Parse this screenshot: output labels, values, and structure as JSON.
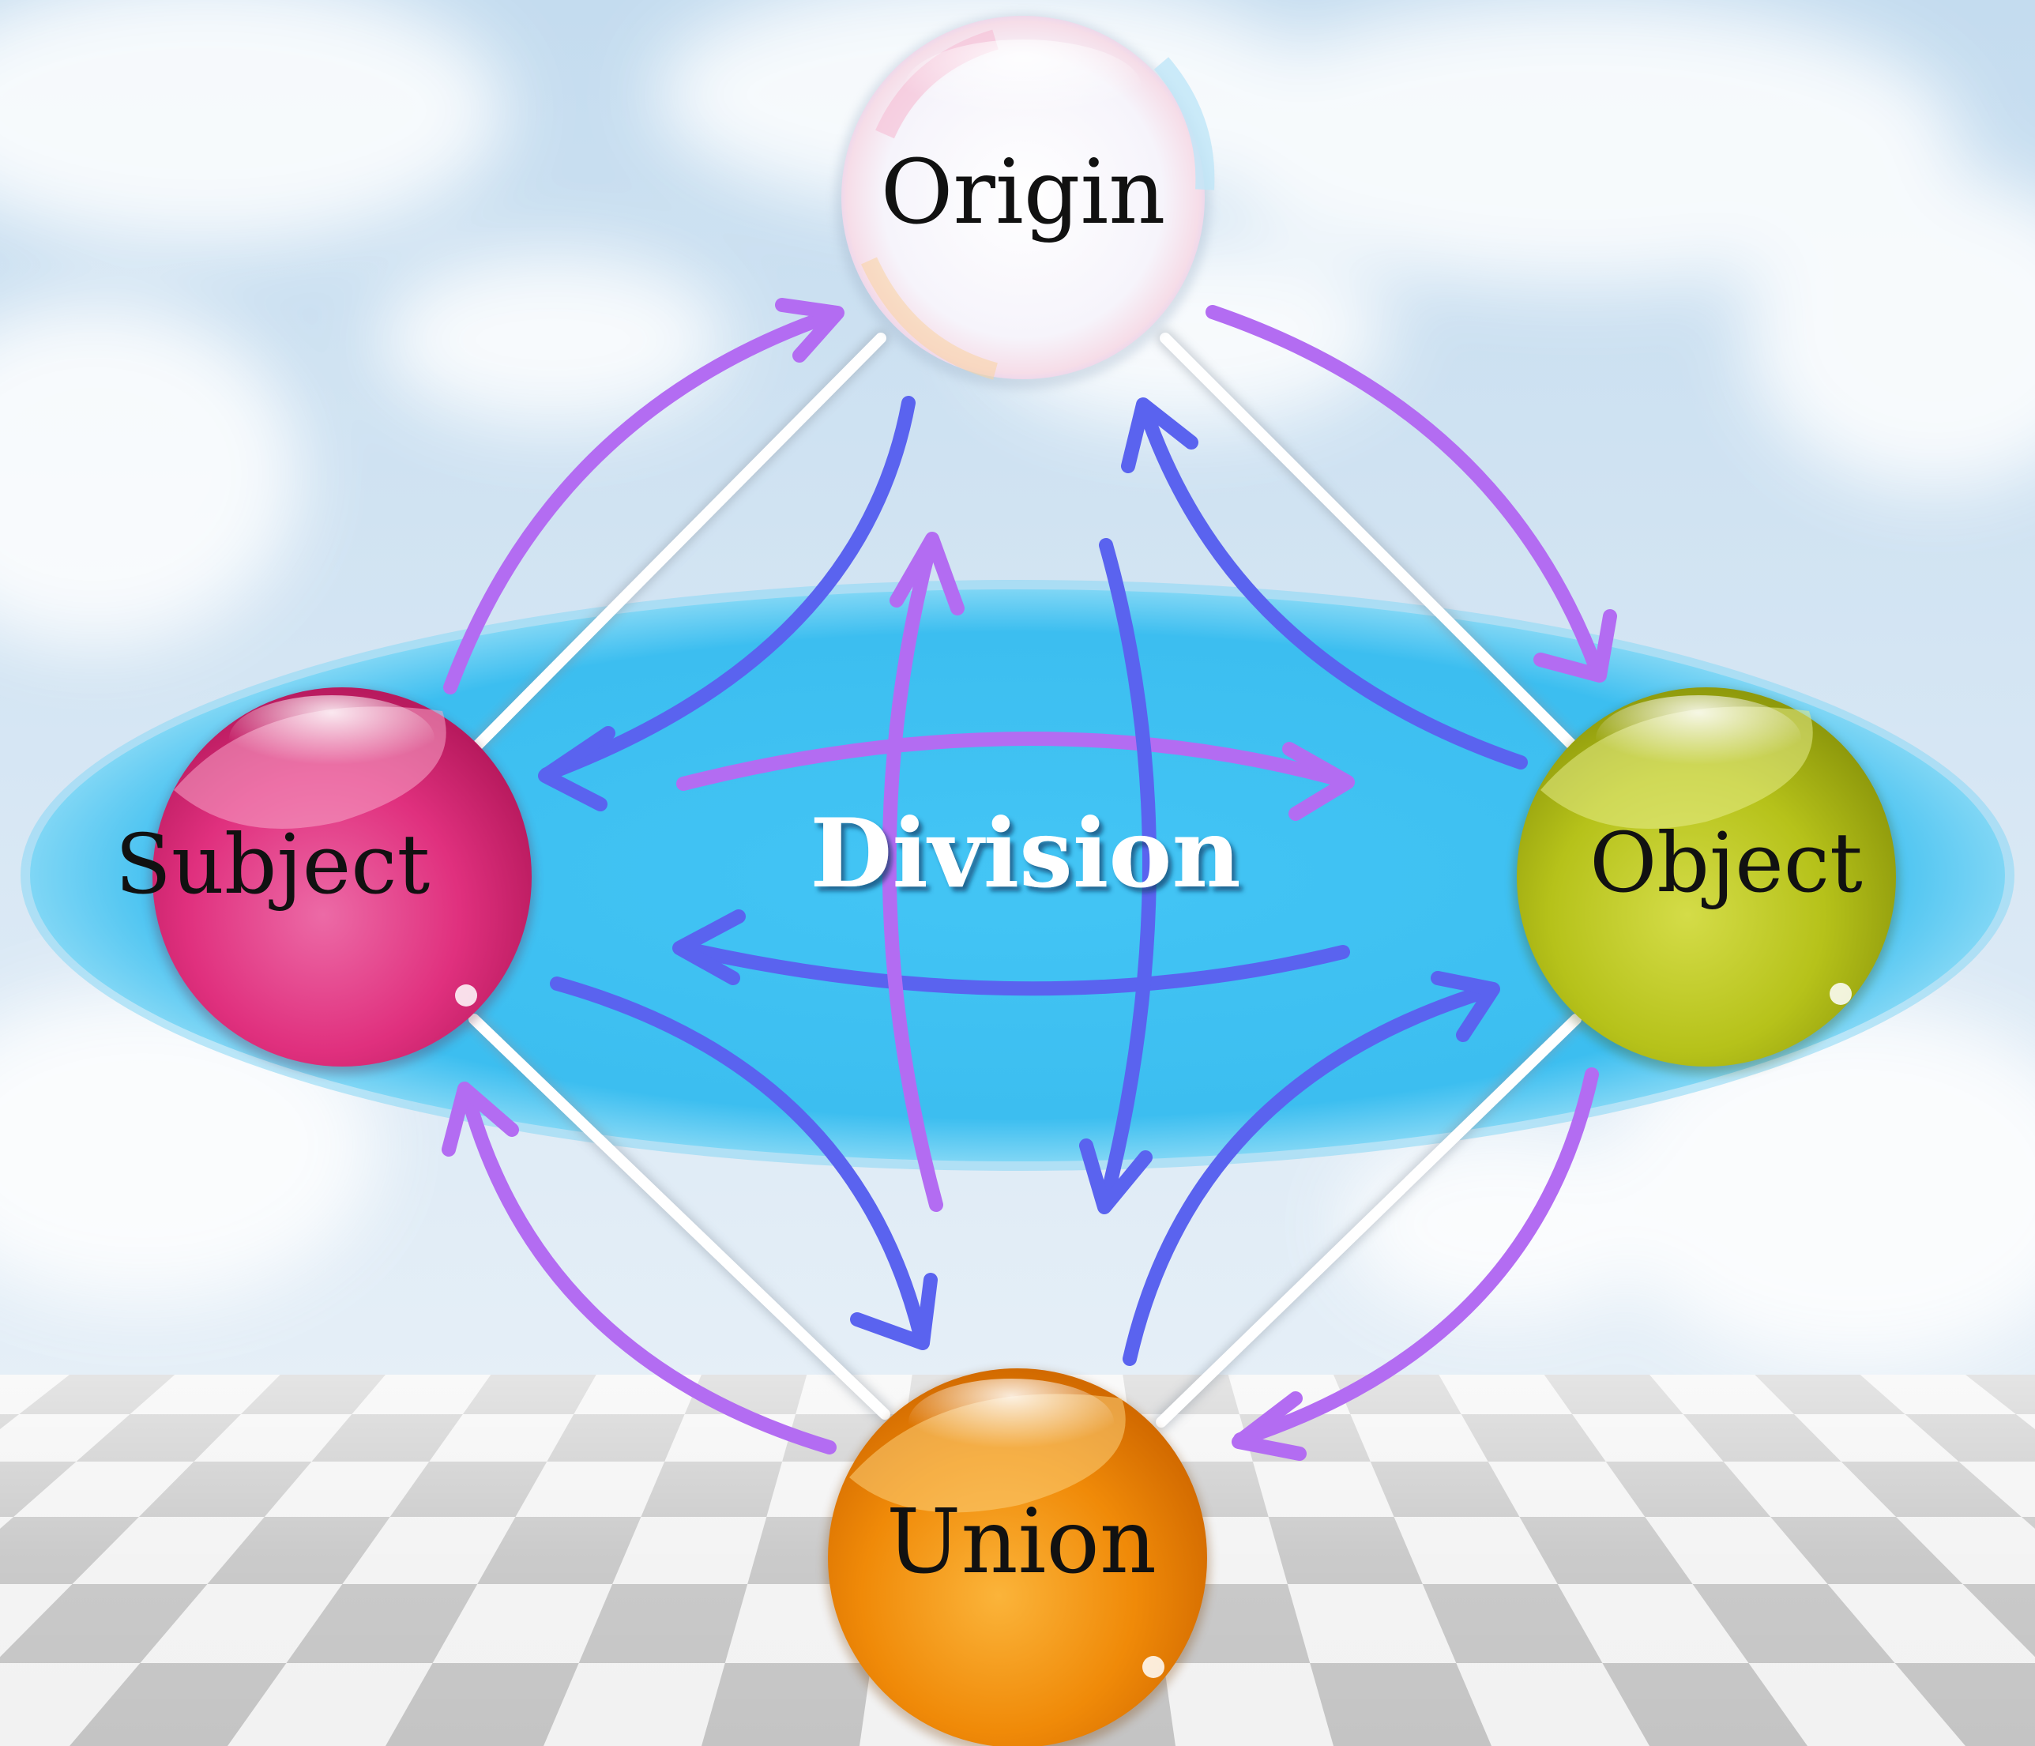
{
  "diagram": {
    "nodes": {
      "origin": {
        "label": "Origin",
        "color": "#f6f4fb"
      },
      "subject": {
        "label": "Subject",
        "color": "#e0307e"
      },
      "object": {
        "label": "Object",
        "color": "#b6c21a"
      },
      "union": {
        "label": "Union",
        "color": "#f08a08"
      }
    },
    "center": {
      "label": "Division",
      "ellipse_color": "#3fc1f2"
    },
    "arrow_colors": {
      "violet": "#b36cf2",
      "blue": "#5a63ef"
    },
    "background": {
      "sky": "#cfe3f3",
      "floor_light": "#f2f2f2",
      "floor_dark": "#c4c4c4"
    }
  }
}
